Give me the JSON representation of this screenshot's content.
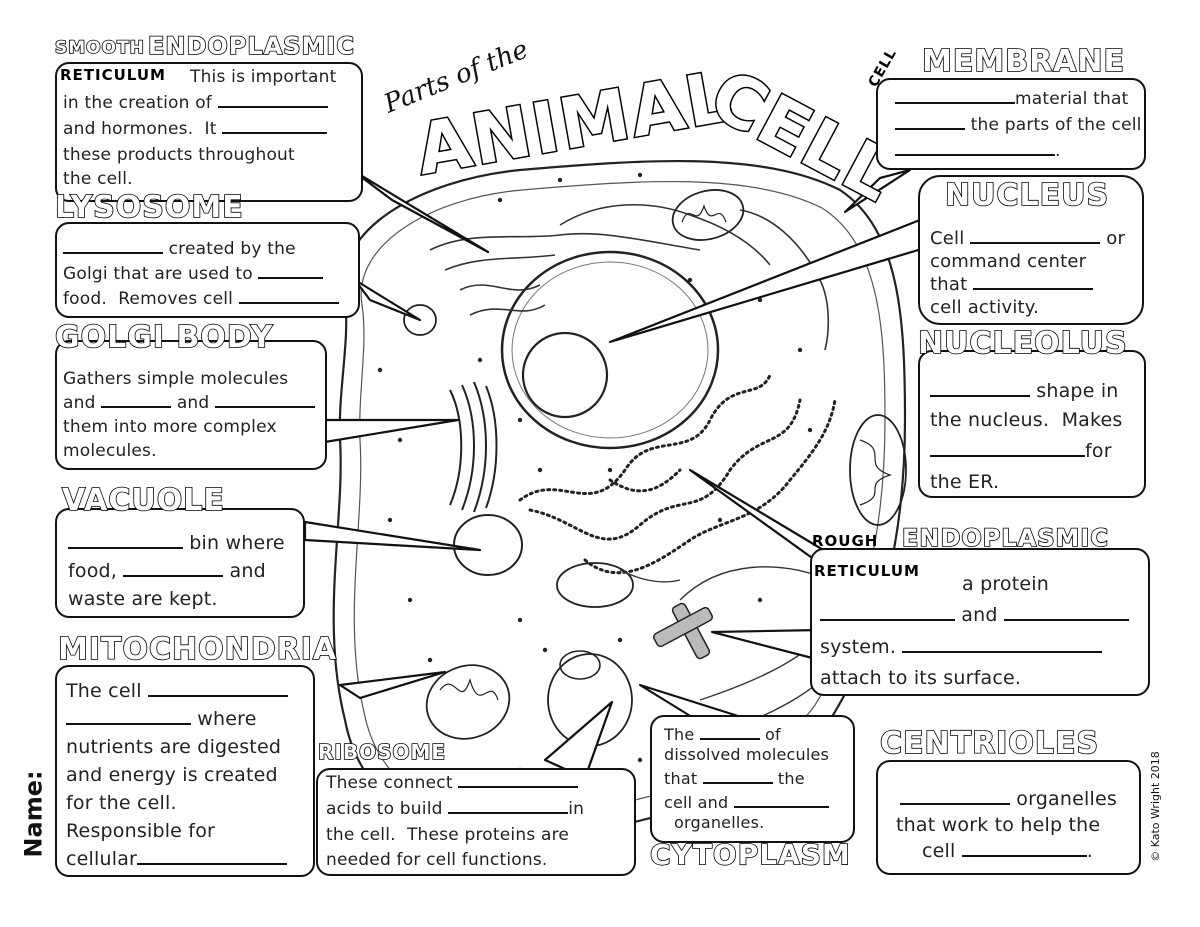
{
  "title": {
    "top": "Parts of the",
    "animal": "ANIMAL",
    "cell": "CELL"
  },
  "name_label": "Name:",
  "credit": "© Kato Wright 2018",
  "smooth_er": {
    "small": "SMOOTH",
    "big": "ENDOPLASMIC",
    "sub": "RETICULUM",
    "lines": [
      "This is important",
      "in the creation of",
      "and hormones.  It",
      "these products throughout",
      "the cell."
    ]
  },
  "lysosome": {
    "heading": "LYSOSOME",
    "lines": [
      "created by the",
      "Golgi that are used to",
      "food.  Removes cell"
    ]
  },
  "golgi": {
    "heading": "GOLGI  BODY",
    "lines": [
      "Gathers simple molecules",
      "and",
      "and",
      "them into more complex",
      "molecules."
    ]
  },
  "vacuole": {
    "heading": "VACUOLE",
    "lines": [
      "bin where",
      "food,",
      "and",
      "waste are kept."
    ]
  },
  "mitochondria": {
    "heading": "MITOCHONDRIA",
    "lines": [
      "The cell",
      "where",
      "nutrients are digested",
      "and energy is created",
      "for the cell.",
      "Responsible for",
      "cellular"
    ]
  },
  "ribosome": {
    "heading": "RIBOSOME",
    "lines": [
      "These connect",
      "acids to build",
      "in",
      "the cell.  These proteins are",
      "needed for cell functions."
    ]
  },
  "cytoplasm": {
    "heading": "CYTOPLASM",
    "lines": [
      "The",
      "of",
      "dissolved molecules",
      "that",
      "the",
      "cell and",
      "organelles."
    ]
  },
  "centrioles": {
    "heading": "CENTRIOLES",
    "lines": [
      "organelles",
      "that work to help the",
      "cell"
    ]
  },
  "membrane": {
    "small": "CELL",
    "heading": "MEMBRANE",
    "lines": [
      "material that",
      "the parts of the cell"
    ]
  },
  "nucleus": {
    "heading": "NUCLEUS",
    "lines": [
      "Cell",
      "or",
      "command center",
      "that",
      "cell activity."
    ]
  },
  "nucleolus": {
    "heading": "NUCLEOLUS",
    "lines": [
      "shape in",
      "the nucleus.  Makes",
      "for",
      "the ER."
    ]
  },
  "rough_er": {
    "small": "ROUGH",
    "big": "ENDOPLASMIC",
    "sub": "RETICULUM",
    "lines": [
      "a protein",
      "and",
      "system.",
      "attach to its surface."
    ]
  }
}
